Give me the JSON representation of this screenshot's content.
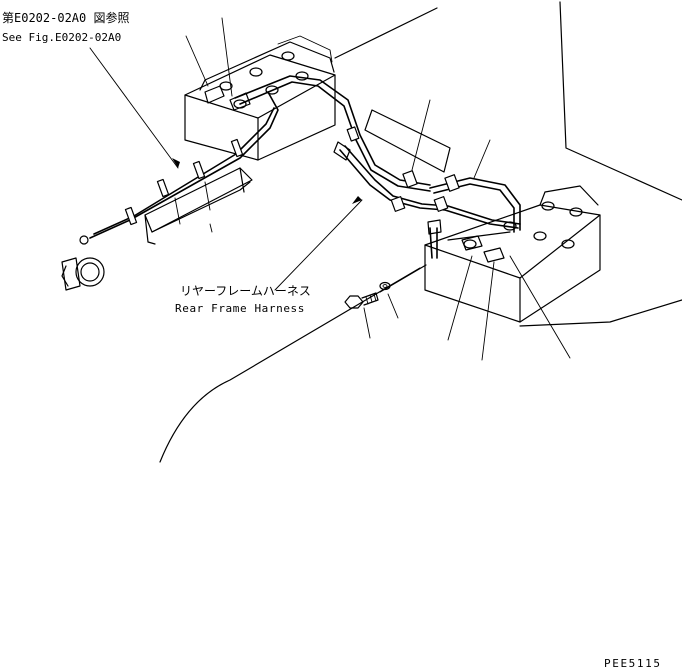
{
  "references": {
    "see_fig_jp": "第E0202-02A0 図参照",
    "see_fig_en": "See Fig.E0202-02A0"
  },
  "callouts": {
    "rear_frame_harness_jp": "リヤーフレームハーネス",
    "rear_frame_harness_en": "Rear Frame Harness"
  },
  "drawing_code": "PEE5115"
}
